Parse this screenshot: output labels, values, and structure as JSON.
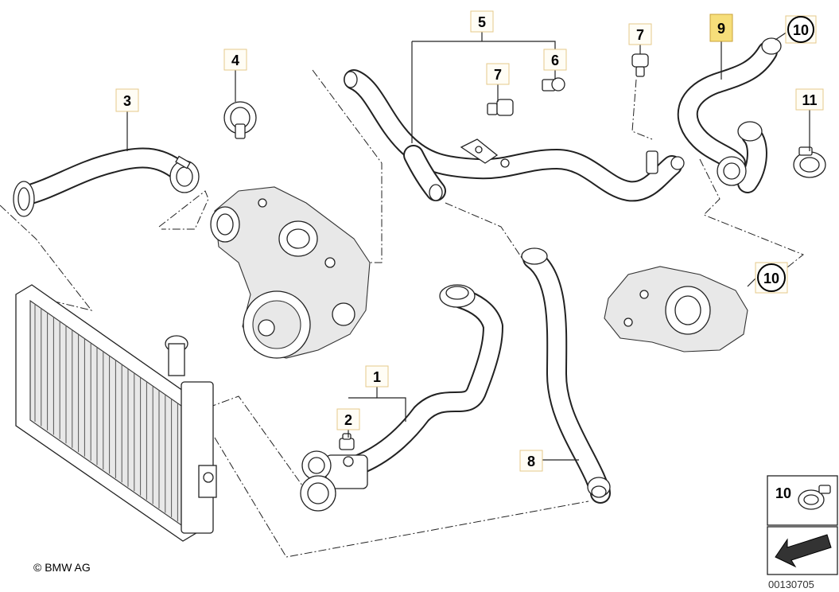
{
  "callouts": {
    "c1": "1",
    "c2": "2",
    "c3": "3",
    "c4": "4",
    "c5": "5",
    "c6": "6",
    "c7a": "7",
    "c7b": "7",
    "c8": "8",
    "c9": "9",
    "c10a": "10",
    "c10b": "10",
    "c11": "11"
  },
  "legend": {
    "label": "10"
  },
  "footer": {
    "copyright": "© BMW AG",
    "reference": "00130705"
  },
  "colors": {
    "highlight": "#f6de7a",
    "box_border": "#e6c98a",
    "line": "#222222"
  }
}
